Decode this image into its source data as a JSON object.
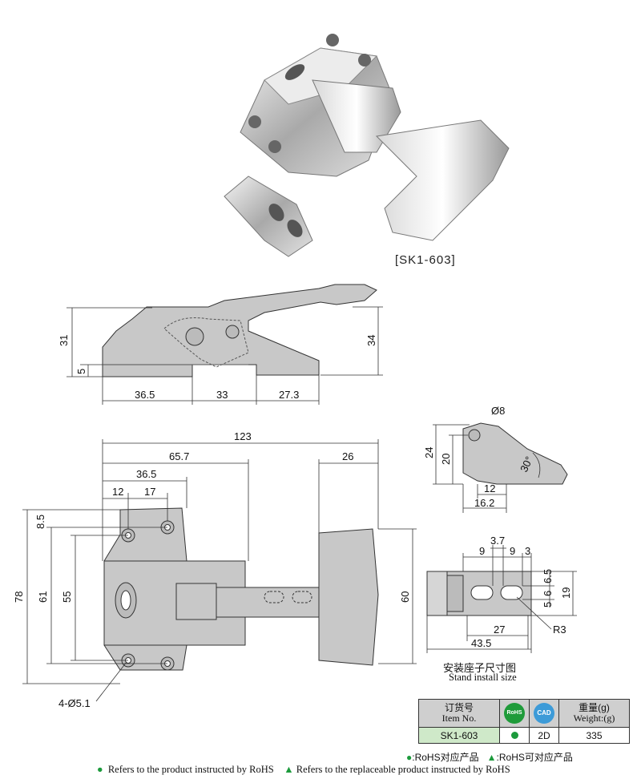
{
  "product": {
    "model_caption": "[SK1-603]"
  },
  "side_view": {
    "dims": {
      "overall_height": "31",
      "base_height": "5",
      "handle_height": "34",
      "len_a": "36.5",
      "len_b": "33",
      "len_c": "27.3"
    }
  },
  "stand_side": {
    "dims": {
      "hole_dia": "Ø8",
      "height_24": "24",
      "height_20": "20",
      "angle": "30°",
      "w12": "12",
      "w16_2": "16.2"
    }
  },
  "top_view": {
    "dims": {
      "total": "123",
      "d65_7": "65.7",
      "d36_5": "36.5",
      "d12": "12",
      "d17": "17",
      "d26": "26",
      "d8_5": "8.5",
      "h78": "78",
      "h61": "61",
      "h55": "55",
      "h60": "60",
      "holes": "4-Ø5.1"
    }
  },
  "stand_top": {
    "dims": {
      "d3_7": "3.7",
      "d9a": "9",
      "d9b": "9",
      "d3": "3",
      "d6_5": "6.5",
      "d6": "6",
      "d5": "5",
      "d19": "19",
      "d27": "27",
      "d43_5": "43.5",
      "r3": "R3"
    },
    "caption_cn": "安装座子尺寸图",
    "caption_en": "Stand install size"
  },
  "order_table": {
    "header_cn": "订货号",
    "header_en": "Item No.",
    "rohs_label": "RoHS",
    "cad_label": "CAD",
    "weight_cn": "重量(g)",
    "weight_en": "Weight:(g)",
    "item_no": "SK1-603",
    "cad": "2D",
    "weight": "335"
  },
  "legend": {
    "cn_rohs": ":RoHS对应产品",
    "cn_replaceable": ":RoHS可对应产品",
    "en_rohs": "Refers to the product instructed by RoHS",
    "en_replaceable": "Refers to the replaceable product instructed by RoHS"
  },
  "colors": {
    "part_gray": "#c8c8c8",
    "rohs_green": "#1c9a3c",
    "cad_blue": "#3d9bd8",
    "table_header": "#cfcfcf",
    "item_bg": "#cfe9c9"
  }
}
